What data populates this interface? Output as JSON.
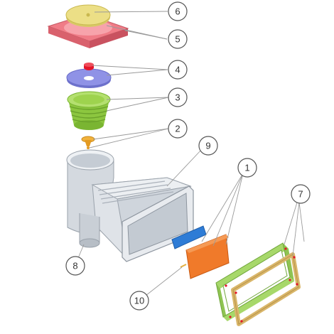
{
  "diagram": {
    "callouts": [
      {
        "id": "lid",
        "label": "6"
      },
      {
        "id": "lid-frame",
        "label": "5"
      },
      {
        "id": "float-valve",
        "label": "4"
      },
      {
        "id": "basket",
        "label": "3"
      },
      {
        "id": "connector",
        "label": "2"
      },
      {
        "id": "body",
        "label": "9"
      },
      {
        "id": "mouth-parts",
        "label": "1"
      },
      {
        "id": "gaskets",
        "label": "7"
      },
      {
        "id": "outlet",
        "label": "8"
      },
      {
        "id": "weir-flap",
        "label": "10"
      }
    ]
  },
  "colors": {
    "lid": "#ecdf86",
    "lid_frame": "#f07c87",
    "float_valve_cap": "#e3162a",
    "float_valve_disc": "#8f92e6",
    "basket": "#9ed34e",
    "connector": "#f1b13a",
    "body": "#d8dde3",
    "blue_part": "#2e7cd6",
    "orange_part": "#f07a2a",
    "green_gasket": "#a7d86a",
    "tan_gasket": "#d9b66a",
    "leader_line": "#9a9a9a",
    "callout_circle": "#555555"
  }
}
